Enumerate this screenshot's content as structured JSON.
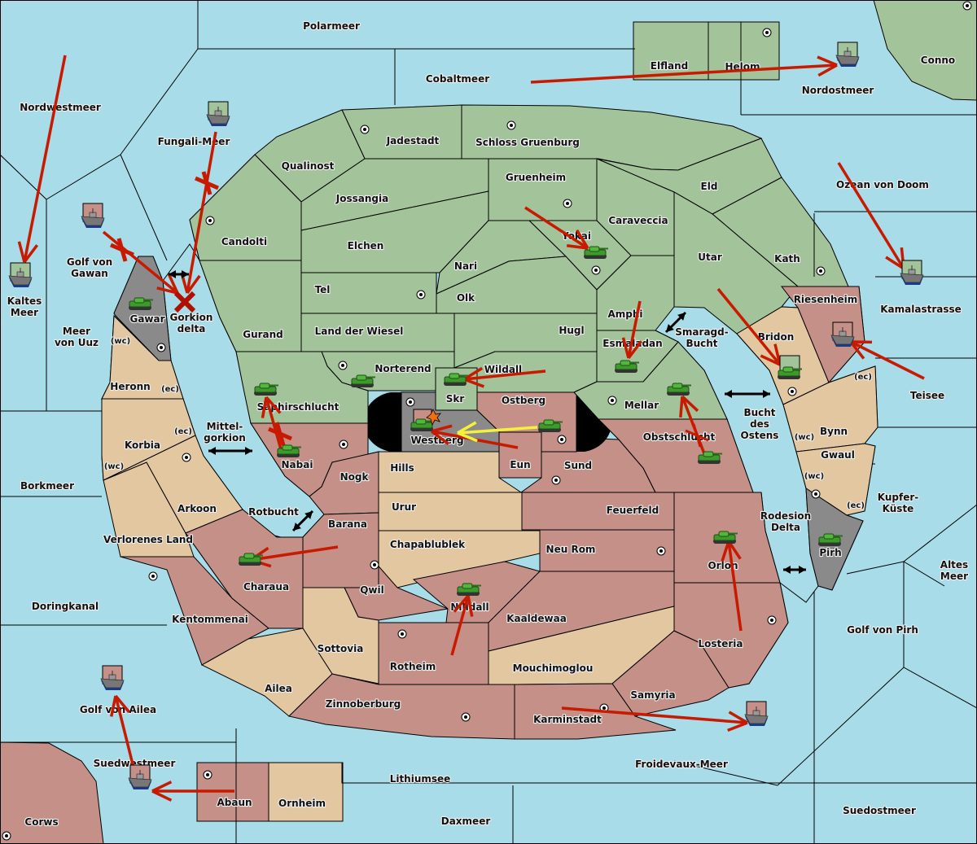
{
  "colors": {
    "sea": "#a8dce8",
    "green_power": "#a3c39a",
    "red_power": "#c49087",
    "neutral": "#e2c7a0",
    "impassable": "#8a8a8a",
    "order_arrow": "#c81a00",
    "retreat_arrow": "#f5f03a",
    "unit_army": "#3a9a2a",
    "unit_fleet": "#707070"
  },
  "map": {
    "sea_regions": [
      {
        "id": "polarmeer",
        "name": "Polarmeer"
      },
      {
        "id": "cobaltmeer",
        "name": "Cobaltmeer"
      },
      {
        "id": "nordwestmeer",
        "name": "Nordwestmeer"
      },
      {
        "id": "fungali",
        "name": "Fungali-Meer"
      },
      {
        "id": "nordostmeer",
        "name": "Nordostmeer"
      },
      {
        "id": "ozean",
        "name": "Ozean von Doom"
      },
      {
        "id": "kaltes",
        "name": "Kaltes Meer"
      },
      {
        "id": "gawan",
        "name": "Golf von Gawan"
      },
      {
        "id": "uuz",
        "name": "Meer von Uuz"
      },
      {
        "id": "gorkiondelta",
        "name": "Gorkion delta"
      },
      {
        "id": "kamala",
        "name": "Kamalastrasse"
      },
      {
        "id": "teisee",
        "name": "Teisee"
      },
      {
        "id": "smaragd",
        "name": "Smaragd-Bucht"
      },
      {
        "id": "bucht",
        "name": "Bucht des Ostens"
      },
      {
        "id": "mittel",
        "name": "Mittel-gorkion"
      },
      {
        "id": "borkmeer",
        "name": "Borkmeer"
      },
      {
        "id": "rotbucht",
        "name": "Rotbucht"
      },
      {
        "id": "kupfer",
        "name": "Kupfer-Küste"
      },
      {
        "id": "rodesion",
        "name": "Rodesion Delta"
      },
      {
        "id": "altes",
        "name": "Altes Meer"
      },
      {
        "id": "doringkanal",
        "name": "Doringkanal"
      },
      {
        "id": "golfpirh",
        "name": "Golf von Pirh"
      },
      {
        "id": "ailea_gulf",
        "name": "Golf von Ailea"
      },
      {
        "id": "suedwest",
        "name": "Suedwestmeer"
      },
      {
        "id": "froidevaux",
        "name": "Froidevaux-Meer"
      },
      {
        "id": "lithium",
        "name": "Lithiumsee"
      },
      {
        "id": "daxmeer",
        "name": "Daxmeer"
      },
      {
        "id": "suedost",
        "name": "Suedostmeer"
      }
    ],
    "land_regions": [
      {
        "id": "elfland",
        "name": "Elfland",
        "owner": "green",
        "sc": false
      },
      {
        "id": "helom",
        "name": "Helom",
        "owner": "green",
        "sc": true
      },
      {
        "id": "conno",
        "name": "Conno",
        "owner": "green",
        "sc": true
      },
      {
        "id": "jadestadt",
        "name": "Jadestadt",
        "owner": "green",
        "sc": true
      },
      {
        "id": "schloss",
        "name": "Schloss Gruenburg",
        "owner": "green",
        "sc": true
      },
      {
        "id": "qualinost",
        "name": "Qualinost",
        "owner": "green",
        "sc": false
      },
      {
        "id": "jossangia",
        "name": "Jossangia",
        "owner": "green",
        "sc": false
      },
      {
        "id": "gruenheim",
        "name": "Gruenheim",
        "owner": "green",
        "sc": true
      },
      {
        "id": "eld",
        "name": "Eld",
        "owner": "green",
        "sc": false
      },
      {
        "id": "candolti",
        "name": "Candolti",
        "owner": "green",
        "sc": true
      },
      {
        "id": "elchen",
        "name": "Elchen",
        "owner": "green",
        "sc": false
      },
      {
        "id": "caraveccia",
        "name": "Caraveccia",
        "owner": "green",
        "sc": false
      },
      {
        "id": "yokai",
        "name": "Yokai",
        "owner": "green",
        "sc": true
      },
      {
        "id": "nari",
        "name": "Nari",
        "owner": "green",
        "sc": false
      },
      {
        "id": "utar",
        "name": "Utar",
        "owner": "green",
        "sc": false
      },
      {
        "id": "kath",
        "name": "Kath",
        "owner": "green",
        "sc": true
      },
      {
        "id": "tel",
        "name": "Tel",
        "owner": "green",
        "sc": true
      },
      {
        "id": "olk",
        "name": "Olk",
        "owner": "green",
        "sc": false
      },
      {
        "id": "gurand",
        "name": "Gurand",
        "owner": "green",
        "sc": false
      },
      {
        "id": "wiesel",
        "name": "Land der Wiesel",
        "owner": "green",
        "sc": false
      },
      {
        "id": "hugl",
        "name": "Hugl",
        "owner": "green",
        "sc": false
      },
      {
        "id": "amphi",
        "name": "Amphi",
        "owner": "green",
        "sc": false
      },
      {
        "id": "esmaladan",
        "name": "Esmaladan",
        "owner": "green",
        "sc": false
      },
      {
        "id": "norterend",
        "name": "Norterend",
        "owner": "green",
        "sc": true
      },
      {
        "id": "wildall",
        "name": "Wildall",
        "owner": "green",
        "sc": false
      },
      {
        "id": "skr",
        "name": "Skr",
        "owner": "green",
        "sc": false
      },
      {
        "id": "mellar",
        "name": "Mellar",
        "owner": "green",
        "sc": true
      },
      {
        "id": "saphir",
        "name": "Saphirschlucht",
        "owner": "green",
        "sc": false
      },
      {
        "id": "riesenheim",
        "name": "Riesenheim",
        "owner": "red",
        "sc": false
      },
      {
        "id": "bridon",
        "name": "Bridon",
        "owner": "neutral",
        "sc": true
      },
      {
        "id": "gawar",
        "name": "Gawar",
        "owner": "impassable",
        "sc": true
      },
      {
        "id": "heronn",
        "name": "Heronn",
        "owner": "neutral",
        "sc": false
      },
      {
        "id": "korbia",
        "name": "Korbia",
        "owner": "neutral",
        "sc": true
      },
      {
        "id": "arkoon",
        "name": "Arkoon",
        "owner": "neutral",
        "sc": false
      },
      {
        "id": "verlorenes",
        "name": "Verlorenes Land",
        "owner": "neutral",
        "sc": false
      },
      {
        "id": "westberg",
        "name": "Westberg",
        "owner": "impassable",
        "sc": true
      },
      {
        "id": "ostberg",
        "name": "Ostberg",
        "owner": "red",
        "sc": true
      },
      {
        "id": "eun",
        "name": "Eun",
        "owner": "red",
        "sc": false
      },
      {
        "id": "sund",
        "name": "Sund",
        "owner": "red",
        "sc": true
      },
      {
        "id": "obst",
        "name": "Obstschlucht",
        "owner": "red",
        "sc": false
      },
      {
        "id": "nabai",
        "name": "Nabai",
        "owner": "red",
        "sc": true
      },
      {
        "id": "nogk",
        "name": "Nogk",
        "owner": "red",
        "sc": false
      },
      {
        "id": "hills",
        "name": "Hills",
        "owner": "neutral",
        "sc": false
      },
      {
        "id": "urur",
        "name": "Urur",
        "owner": "neutral",
        "sc": false
      },
      {
        "id": "feuerfeld",
        "name": "Feuerfeld",
        "owner": "red",
        "sc": false
      },
      {
        "id": "barana",
        "name": "Barana",
        "owner": "red",
        "sc": false
      },
      {
        "id": "chapa",
        "name": "Chapablublek",
        "owner": "neutral",
        "sc": false
      },
      {
        "id": "neurom",
        "name": "Neu Rom",
        "owner": "red",
        "sc": true
      },
      {
        "id": "charaua",
        "name": "Charaua",
        "owner": "red",
        "sc": false
      },
      {
        "id": "qwil",
        "name": "Qwil",
        "owner": "red",
        "sc": true
      },
      {
        "id": "nilldall",
        "name": "Nilldall",
        "owner": "red",
        "sc": false
      },
      {
        "id": "orlon",
        "name": "Orlon",
        "owner": "red",
        "sc": true
      },
      {
        "id": "kentommenai",
        "name": "Kentommenai",
        "owner": "red",
        "sc": true
      },
      {
        "id": "kaaldewaa",
        "name": "Kaaldewaa",
        "owner": "red",
        "sc": false
      },
      {
        "id": "sottovia",
        "name": "Sottovia",
        "owner": "neutral",
        "sc": false
      },
      {
        "id": "rotheim",
        "name": "Rotheim",
        "owner": "red",
        "sc": true
      },
      {
        "id": "mouchi",
        "name": "Mouchimoglou",
        "owner": "neutral",
        "sc": false
      },
      {
        "id": "losteria",
        "name": "Losteria",
        "owner": "red",
        "sc": true
      },
      {
        "id": "ailea",
        "name": "Ailea",
        "owner": "neutral",
        "sc": false
      },
      {
        "id": "samyria",
        "name": "Samyria",
        "owner": "red",
        "sc": false
      },
      {
        "id": "zinnober",
        "name": "Zinnoberburg",
        "owner": "red",
        "sc": true
      },
      {
        "id": "karmin",
        "name": "Karminstadt",
        "owner": "red",
        "sc": true
      },
      {
        "id": "bynn",
        "name": "Bynn",
        "owner": "neutral",
        "sc": false
      },
      {
        "id": "gwaul",
        "name": "Gwaul",
        "owner": "neutral",
        "sc": false
      },
      {
        "id": "pirh",
        "name": "Pirh",
        "owner": "impassable",
        "sc": false
      },
      {
        "id": "abaun",
        "name": "Abaun",
        "owner": "red",
        "sc": true
      },
      {
        "id": "ornheim",
        "name": "Ornheim",
        "owner": "neutral",
        "sc": false
      },
      {
        "id": "corws",
        "name": "Corws",
        "owner": "red",
        "sc": true
      }
    ],
    "coast_labels": [
      "(wc)",
      "(ec)",
      "(ec)",
      "(wc)",
      "(ec)",
      "(wc)",
      "(wc)",
      "(ec)"
    ]
  },
  "units": [
    {
      "type": "fleet",
      "power": "green",
      "location": "Kaltes Meer"
    },
    {
      "type": "fleet",
      "power": "green",
      "location": "Fungali-Meer"
    },
    {
      "type": "fleet",
      "power": "red",
      "location": "Golf von Gawan"
    },
    {
      "type": "fleet",
      "power": "green",
      "location": "Nordostmeer"
    },
    {
      "type": "fleet",
      "power": "green",
      "location": "Kamalastrasse"
    },
    {
      "type": "fleet",
      "power": "red",
      "location": "Riesenheim"
    },
    {
      "type": "fleet",
      "power": "red",
      "location": "Golf von Ailea"
    },
    {
      "type": "fleet",
      "power": "red",
      "location": "Suedwestmeer"
    },
    {
      "type": "fleet",
      "power": "red",
      "location": "Froidevaux-Meer"
    },
    {
      "type": "army",
      "power": "green",
      "location": "Gawar"
    },
    {
      "type": "army",
      "power": "green",
      "location": "Yokai"
    },
    {
      "type": "army",
      "power": "green",
      "location": "Esmaladan"
    },
    {
      "type": "army",
      "power": "green",
      "location": "Norterend"
    },
    {
      "type": "army",
      "power": "green",
      "location": "Skr"
    },
    {
      "type": "army",
      "power": "green",
      "location": "Saphirschlucht"
    },
    {
      "type": "army",
      "power": "green",
      "location": "Nabai"
    },
    {
      "type": "army",
      "power": "green",
      "location": "Westberg",
      "dislodged": true
    },
    {
      "type": "army",
      "power": "green",
      "location": "Ostberg"
    },
    {
      "type": "army",
      "power": "green",
      "location": "Mellar"
    },
    {
      "type": "army",
      "power": "green",
      "location": "Obstschlucht"
    },
    {
      "type": "army",
      "power": "green",
      "location": "Bridon"
    },
    {
      "type": "army",
      "power": "green",
      "location": "Pirh"
    },
    {
      "type": "army",
      "power": "green",
      "location": "Orlon"
    },
    {
      "type": "army",
      "power": "green",
      "location": "Charaua"
    },
    {
      "type": "army",
      "power": "green",
      "location": "Nilldall"
    }
  ],
  "orders": [
    {
      "from": "Nordwestmeer",
      "to": "Kaltes Meer",
      "type": "move"
    },
    {
      "from": "Fungali-Meer",
      "to": "Gorkion delta",
      "type": "move",
      "failed": true
    },
    {
      "from": "Golf von Gawan",
      "to": "Gorkion delta",
      "type": "move",
      "failed": true
    },
    {
      "from": "Elfland",
      "to": "Nordostmeer",
      "type": "move"
    },
    {
      "from": "Ozean von Doom",
      "to": "Kamalastrasse",
      "type": "move"
    },
    {
      "from": "Teisee",
      "to": "Riesenheim",
      "type": "move"
    },
    {
      "from": "Gruenheim",
      "to": "Yokai",
      "type": "move"
    },
    {
      "from": "Amphi",
      "to": "Esmaladan",
      "type": "move"
    },
    {
      "from": "Wildall",
      "to": "Skr",
      "type": "move"
    },
    {
      "from": "Utar",
      "to": "Bridon",
      "type": "move"
    },
    {
      "from": "Eun",
      "to": "Westberg",
      "type": "move"
    },
    {
      "from": "Ostberg",
      "to": "Westberg",
      "type": "retreat"
    },
    {
      "from": "Nabai",
      "to": "Saphirschlucht",
      "type": "move",
      "failed": true
    },
    {
      "from": "Obstschlucht",
      "to": "Mellar",
      "type": "move",
      "failed": true
    },
    {
      "from": "Barana",
      "to": "Charaua",
      "type": "move"
    },
    {
      "from": "Rotheim",
      "to": "Nilldall",
      "type": "move"
    },
    {
      "from": "Losteria",
      "to": "Orlon",
      "type": "move"
    },
    {
      "from": "Suedwestmeer",
      "to": "Golf von Ailea",
      "type": "move"
    },
    {
      "from": "Abaun",
      "to": "Suedwestmeer",
      "type": "move"
    },
    {
      "from": "Karminstadt",
      "to": "Froidevaux-Meer",
      "type": "move"
    }
  ]
}
